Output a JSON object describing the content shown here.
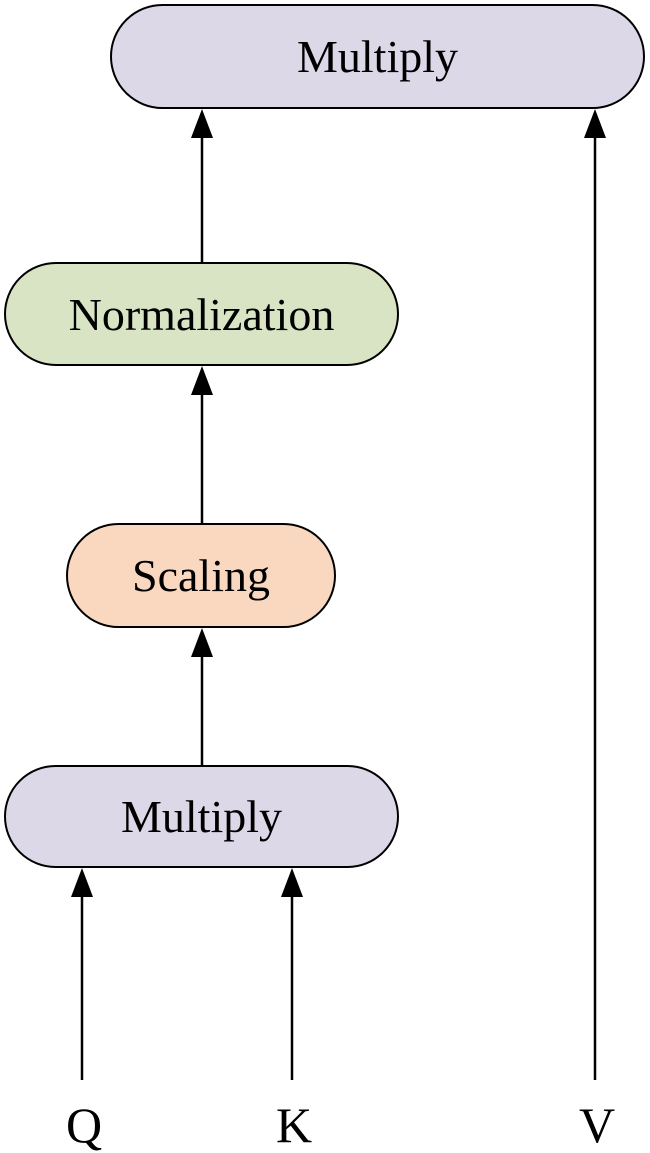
{
  "nodes": {
    "multiply_top": {
      "label": "Multiply",
      "fill": "#dcd8e8"
    },
    "normalization": {
      "label": "Normalization",
      "fill": "#d8e4c4"
    },
    "scaling": {
      "label": "Scaling",
      "fill": "#fad8c0"
    },
    "multiply_bottom": {
      "label": "Multiply",
      "fill": "#dcd8e8"
    }
  },
  "inputs": {
    "q": "Q",
    "k": "K",
    "v": "V"
  },
  "edges": [
    {
      "from": "Q",
      "to": "multiply_bottom"
    },
    {
      "from": "K",
      "to": "multiply_bottom"
    },
    {
      "from": "multiply_bottom",
      "to": "scaling"
    },
    {
      "from": "scaling",
      "to": "normalization"
    },
    {
      "from": "normalization",
      "to": "multiply_top"
    },
    {
      "from": "V",
      "to": "multiply_top"
    }
  ],
  "colors": {
    "stroke": "#000000",
    "background": "#ffffff"
  }
}
